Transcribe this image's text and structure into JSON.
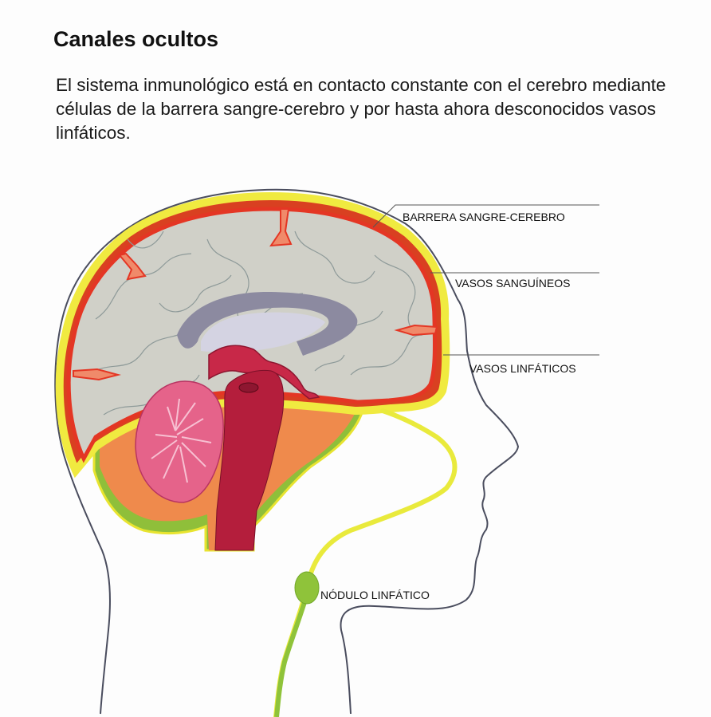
{
  "header": {
    "title": "Canales ocultos",
    "description": "El sistema inmunológico está en contacto constante con el cerebro mediante células de la barrera sangre-cerebro y por hasta ahora desconocidos vasos linfáticos."
  },
  "labels": {
    "barrier": "BARRERA SANGRE-CEREBRO",
    "blood_vessels": "VASOS SANGUÍNEOS",
    "lymph_vessels": "VASOS LINFÁTICOS",
    "lymph_node": "NÓDULO LINFÁTICO"
  },
  "colors": {
    "brain": "#cfcfc8",
    "blood_vessel": "#e8261c",
    "lymph_vessel": "#e9ea3c",
    "lymph_node": "#8fc33a",
    "cerebellum": "#e5638a",
    "brainstem": "#b41e3c",
    "ventricle": "#8c8aa0"
  }
}
